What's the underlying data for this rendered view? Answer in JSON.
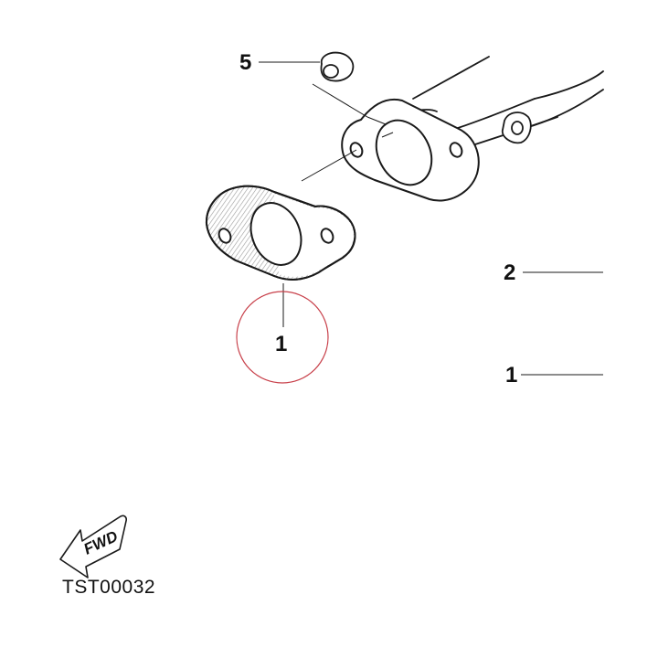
{
  "diagram": {
    "callouts": [
      {
        "id": "callout-5",
        "number": "5"
      },
      {
        "id": "callout-2",
        "number": "2"
      },
      {
        "id": "callout-1-right",
        "number": "1"
      },
      {
        "id": "callout-1-circled",
        "number": "1"
      }
    ],
    "forward_arrow": {
      "label": "FWD"
    },
    "document_code": "TST00032",
    "colors": {
      "line": "#1a1a1a",
      "highlight_circle": "#c8404a",
      "gasket_hatch": "#9a9a9a"
    },
    "icons": [
      "forward-arrow-icon"
    ]
  }
}
